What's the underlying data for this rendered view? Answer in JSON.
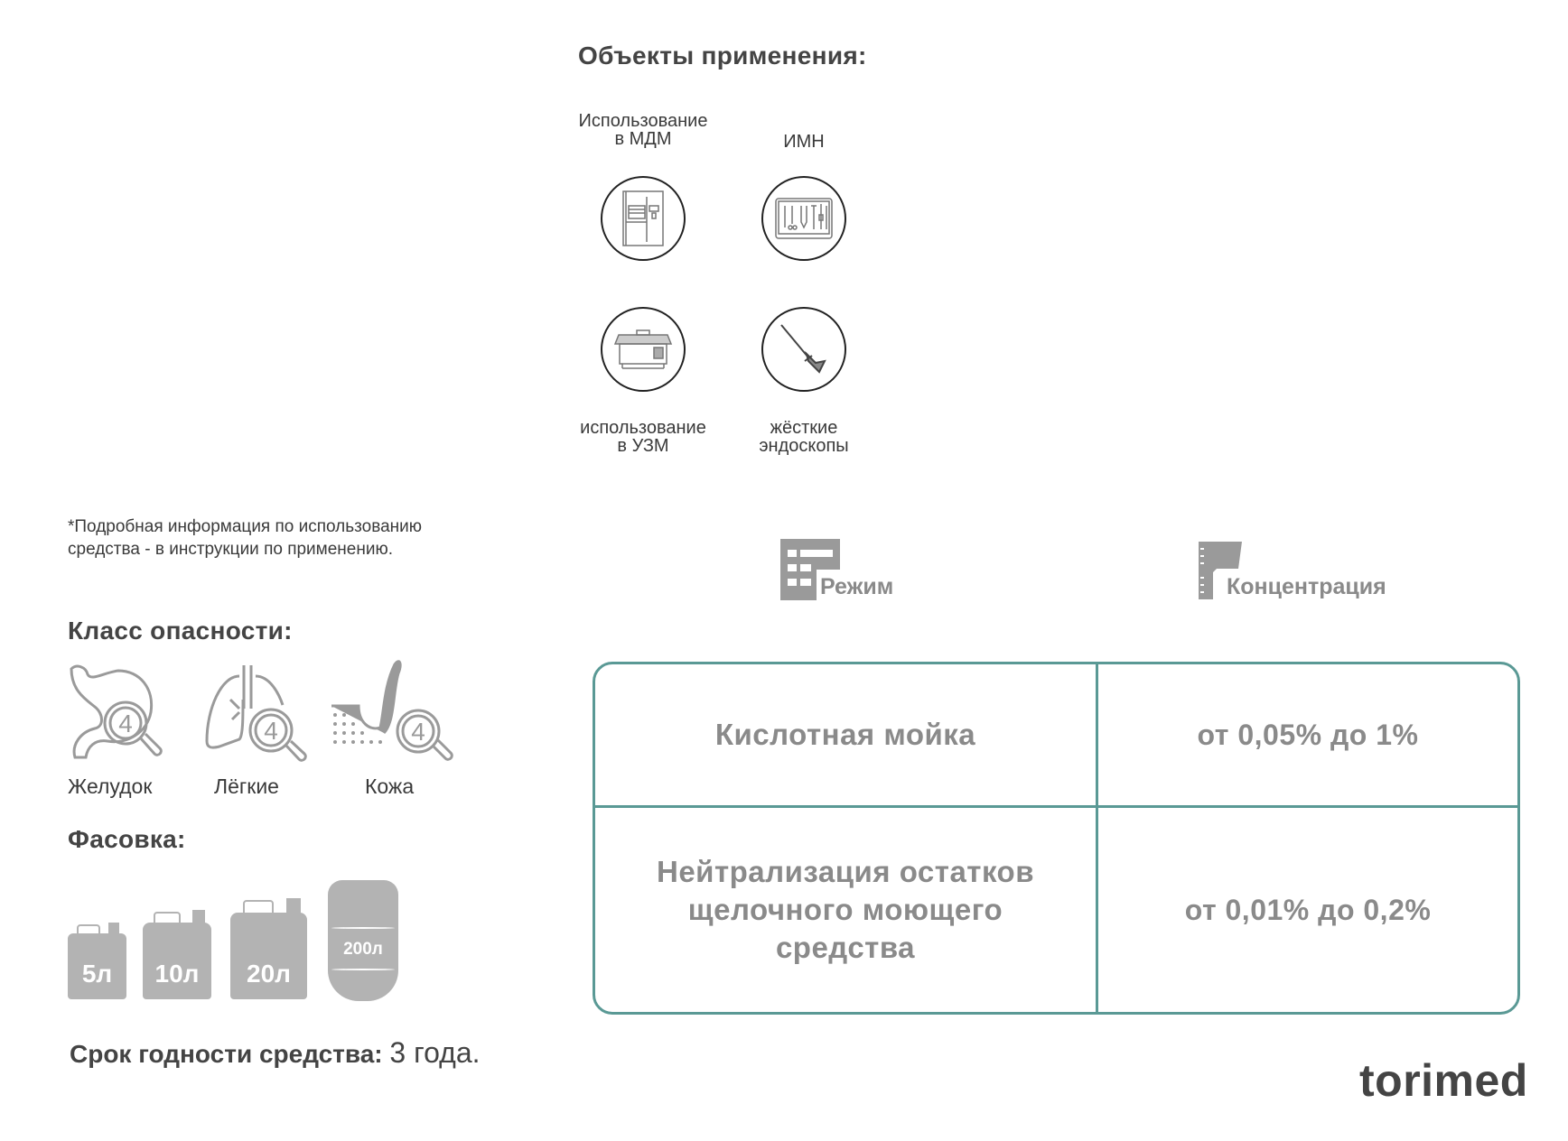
{
  "objects": {
    "title": "Объекты применения:",
    "items": [
      {
        "label_line1": "Использование",
        "label_line2": "в МДМ",
        "icon": "washer-disinfector-icon"
      },
      {
        "label_line1": "ИМН",
        "label_line2": "",
        "icon": "surgical-instruments-icon"
      },
      {
        "label_line1": "использование",
        "label_line2": "в УЗМ",
        "icon": "ultrasonic-cleaner-icon"
      },
      {
        "label_line1": "жёсткие",
        "label_line2": "эндоскопы",
        "icon": "rigid-endoscope-icon"
      }
    ]
  },
  "footnote": {
    "line1": "*Подробная информация по использованию",
    "line2": "средства - в инструкции по применению."
  },
  "hazard": {
    "title": "Класс опасности:",
    "items": [
      {
        "label": "Желудок",
        "class": "4",
        "icon": "stomach-icon"
      },
      {
        "label": "Лёгкие",
        "class": "4",
        "icon": "lungs-icon"
      },
      {
        "label": "Кожа",
        "class": "4",
        "icon": "skin-icon"
      }
    ]
  },
  "packaging": {
    "title": "Фасовка:",
    "items": [
      "5л",
      "10л",
      "20л",
      "200л"
    ]
  },
  "shelf_life": {
    "label": "Срок годности средства:",
    "value": "3 года."
  },
  "legend": {
    "mode": "Режим",
    "concentration": "Концентрация"
  },
  "table": {
    "rows": [
      {
        "mode": "Кислотная мойка",
        "concentration": "от 0,05% до 1%"
      },
      {
        "mode": "Нейтрализация остатков щелочного моющего средства",
        "concentration": "от 0,01% до 0,2%"
      }
    ]
  },
  "brand": "torimed",
  "colors": {
    "accent": "#5a9995",
    "icon_gray": "#9a9a9a",
    "text_gray": "#8a8a8a"
  }
}
